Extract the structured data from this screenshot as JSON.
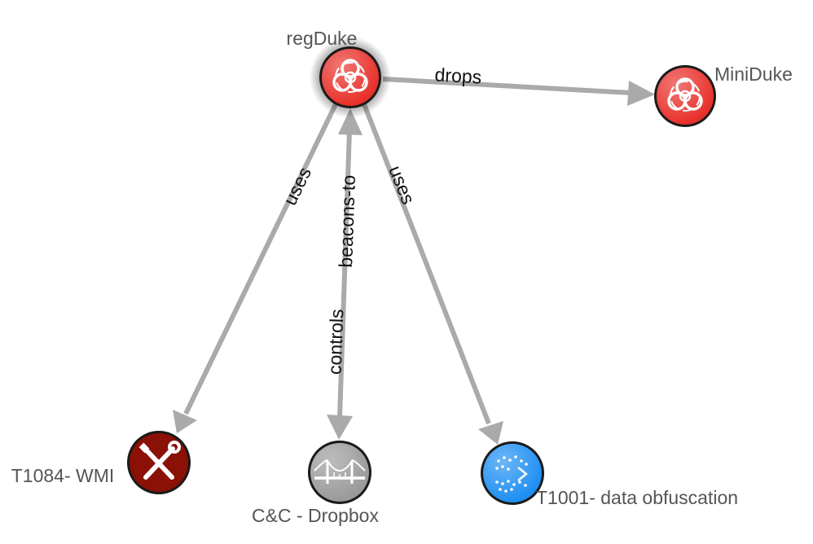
{
  "graph": {
    "nodes": [
      {
        "id": "regduke",
        "label": "regDuke",
        "icon": "biohazard-icon",
        "color": "#e8302a",
        "selected": true
      },
      {
        "id": "miniduke",
        "label": "MiniDuke",
        "icon": "biohazard-icon",
        "color": "#e8302a"
      },
      {
        "id": "wmi",
        "label": "T1084- WMI",
        "icon": "tools-icon",
        "color": "#8b1005"
      },
      {
        "id": "dropbox",
        "label": "C&C - Dropbox",
        "icon": "bridge-icon",
        "color": "#9a9a9a"
      },
      {
        "id": "obfuscation",
        "label": "T1001- data obfuscation",
        "icon": "obfuscation-icon",
        "color": "#1e8ff2"
      }
    ],
    "edges": [
      {
        "id": "e-drops",
        "source": "regduke",
        "target": "miniduke",
        "label": "drops"
      },
      {
        "id": "e-uses-wmi",
        "source": "regduke",
        "target": "wmi",
        "label": "uses"
      },
      {
        "id": "e-beacons",
        "source": "regduke",
        "target": "dropbox",
        "label": "beacons-to"
      },
      {
        "id": "e-controls",
        "source": "dropbox",
        "target": "regduke",
        "label": "controls"
      },
      {
        "id": "e-uses-obf",
        "source": "regduke",
        "target": "obfuscation",
        "label": "uses"
      }
    ],
    "edge_color": "#aaaaaa"
  }
}
